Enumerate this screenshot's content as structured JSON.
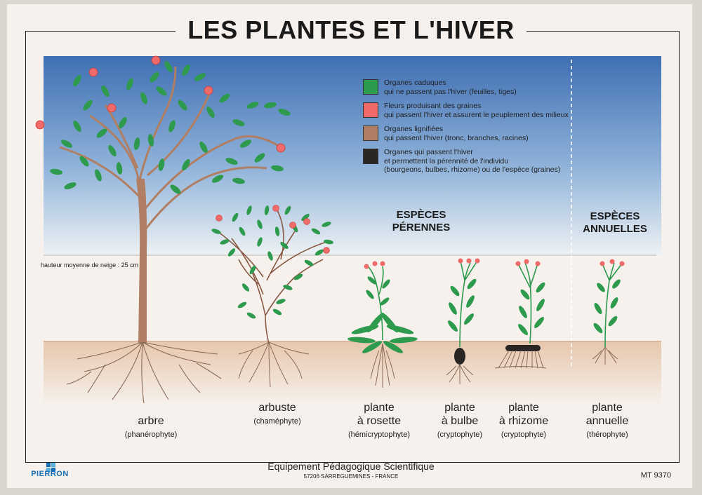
{
  "title": "LES PLANTES ET L'HIVER",
  "legend": [
    {
      "color": "#2e9a4e",
      "lines": [
        "Organes caduques",
        "qui ne passent pas l'hiver (feuilles, tiges)"
      ]
    },
    {
      "color": "#f06a6a",
      "lines": [
        "Fleurs produisant des graines",
        "qui passent l'hiver et assurent le peuplement des milieux"
      ]
    },
    {
      "color": "#b07f63",
      "lines": [
        "Organes lignifiées",
        "qui passent l'hiver (tronc, branches, racines)"
      ]
    },
    {
      "color": "#2a2624",
      "lines": [
        "Organes qui passent l'hiver",
        "et permettent la pérennité de l'individu",
        "(bourgeons, bulbes, rhizome) ou de l'espèce (graines)"
      ]
    }
  ],
  "sections": {
    "perennial": [
      "ESPÈCES",
      "PÉRENNES"
    ],
    "annual": [
      "ESPÈCES",
      "ANNUELLES"
    ]
  },
  "snow_label": "hauteur moyenne de neige : 25 cm",
  "plants": [
    {
      "name": [
        "arbre"
      ],
      "sub": "(phanérophyte)"
    },
    {
      "name": [
        "arbuste"
      ],
      "sub": "(chaméphyte)"
    },
    {
      "name": [
        "plante",
        "à rosette"
      ],
      "sub": "(hémicryptophyte)"
    },
    {
      "name": [
        "plante",
        "à bulbe"
      ],
      "sub": "(cryptophyte)"
    },
    {
      "name": [
        "plante",
        "à rhizome"
      ],
      "sub": "(cryptophyte)"
    },
    {
      "name": [
        "plante",
        "annuelle"
      ],
      "sub": "(thérophyte)"
    }
  ],
  "footer": {
    "publisher": "Equipement Pédagogique Scientifique",
    "address": "57206 SARREGUEMINES - FRANCE"
  },
  "brand": "PIERRON",
  "code": "MT 9370",
  "colors": {
    "sky_top": "#3f6fb3",
    "leaf": "#2e9a4e",
    "flower": "#f06a6a",
    "wood": "#b07f63",
    "soil": "#e8cdb7"
  }
}
